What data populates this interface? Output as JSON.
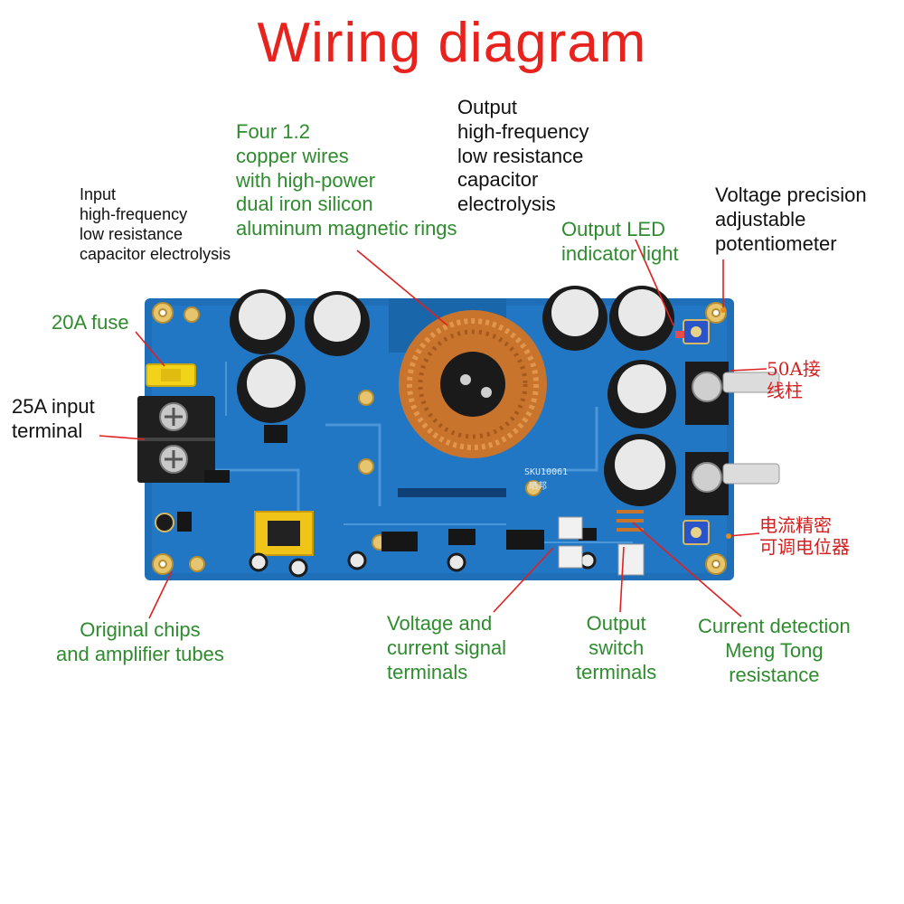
{
  "title": "Wiring diagram",
  "board": {
    "marking_model": "SKU10061",
    "marking_brand": "晒邦",
    "colors": {
      "pcb": "#1e6fb8",
      "pcb_dark": "#0f4f8e",
      "copper_coil": "#c9742c",
      "fuse": "#f3d21a",
      "terminal": "#222222"
    }
  },
  "labels": {
    "input_cap": "Input\nhigh-frequency\nlow resistance\ncapacitor electrolysis",
    "copper_wires": "Four 1.2\ncopper wires\nwith high-power\ndual iron silicon\naluminum magnetic rings",
    "output_cap": "Output\nhigh-frequency\nlow resistance\ncapacitor\nelectrolysis",
    "output_led": "Output LED\nindicator light",
    "voltage_pot": "Voltage precision\nadjustable\npotentiometer",
    "fuse": "20A fuse",
    "input_terminal": "25A input\nterminal",
    "terminal_50a": "50A接\n线柱",
    "current_pot": "电流精密\n可调电位器",
    "chips": "Original chips\nand amplifier tubes",
    "signal_terminals": "Voltage and\ncurrent signal\nterminals",
    "switch_terminals": "Output\nswitch\nterminals",
    "current_resistance": "Current detection\nMeng Tong\nresistance"
  }
}
